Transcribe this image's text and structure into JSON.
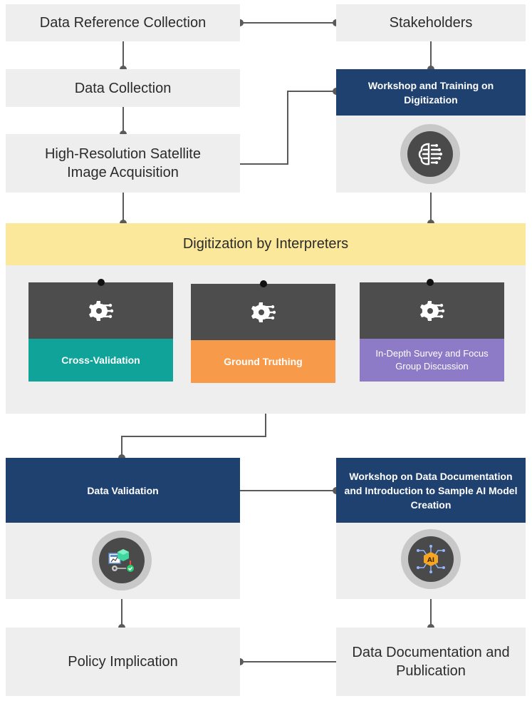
{
  "nodes": {
    "data_reference_collection": "Data Reference Collection",
    "stakeholders": "Stakeholders",
    "data_collection": "Data Collection",
    "workshop_training_digitization": "Workshop and Training on Digitization",
    "satellite_acquisition": "High-Resolution Satellite Image Acquisition",
    "digitization_by_interpreters": "Digitization by Interpreters",
    "cross_validation": "Cross-Validation",
    "ground_truthing": "Ground Truthing",
    "survey_fgd": "In-Depth Survey and Focus Group Discussion",
    "data_validation": "Data Validation",
    "workshop_data_documentation": "Workshop on Data Documentation and Introduction to Sample AI Model Creation",
    "policy_implication": "Policy Implication",
    "data_documentation_publication": "Data Documentation and Publication"
  },
  "icons": {
    "workshop_training": "brain-circuit-icon",
    "cross_validation": "gear-circuit-icon",
    "ground_truthing": "gear-circuit-icon",
    "survey_fgd": "gear-circuit-icon",
    "data_validation": "data-validation-icon",
    "workshop_ai": "ai-chip-icon"
  },
  "colors": {
    "grey_box": "#eeeeee",
    "navy": "#1f4170",
    "yellow_band": "#fbe89a",
    "teal": "#0fa39a",
    "orange": "#f79a4a",
    "purple": "#8d7bc7",
    "dark_header": "#4d4d4d",
    "connector": "#5a5a5a"
  }
}
